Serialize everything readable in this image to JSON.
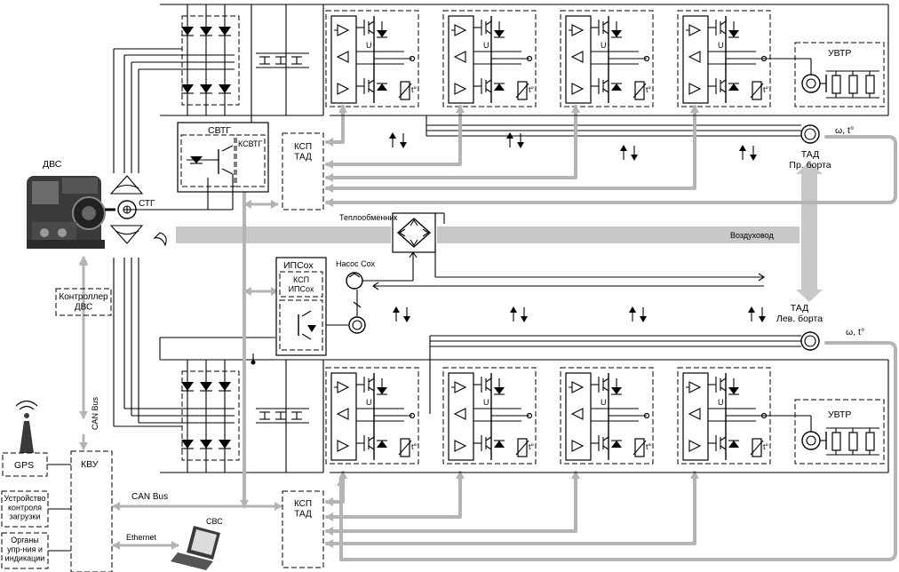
{
  "labels": {
    "dvs": "ДВС",
    "stg": "СТГ",
    "svtg": "СВТГ",
    "ksvtg": "КСВТГ",
    "ksp_tad": "КСП\nТАД",
    "ipsox": "ИПСох",
    "ksp_ipsox": "КСП\nИПСох",
    "teploobmennik": "Теплообменник",
    "nasos": "Насос Сох",
    "vozduhovod": "Воздуховод",
    "uvtr": "УВТР",
    "tad_right": "ТАД\nПр. борта",
    "tad_left": "ТАД\nЛев. борта",
    "omega_t": "ω, t°",
    "kontroller": "Контроллер\nДВС",
    "can_bus": "CAN Bus",
    "gps": "GPS",
    "kvu": "КВУ",
    "ustroystvo": "Устройство\nконтроля\nзагрузки",
    "organy": "Органы\nупр-ния и\nиндикации",
    "ethernet": "Ethernet",
    "svs": "СВС",
    "u": "U",
    "t_deg": "t°"
  },
  "colors": {
    "line": "#000000",
    "bus": "#b4b4b4",
    "duct": "#c8c8c8"
  }
}
